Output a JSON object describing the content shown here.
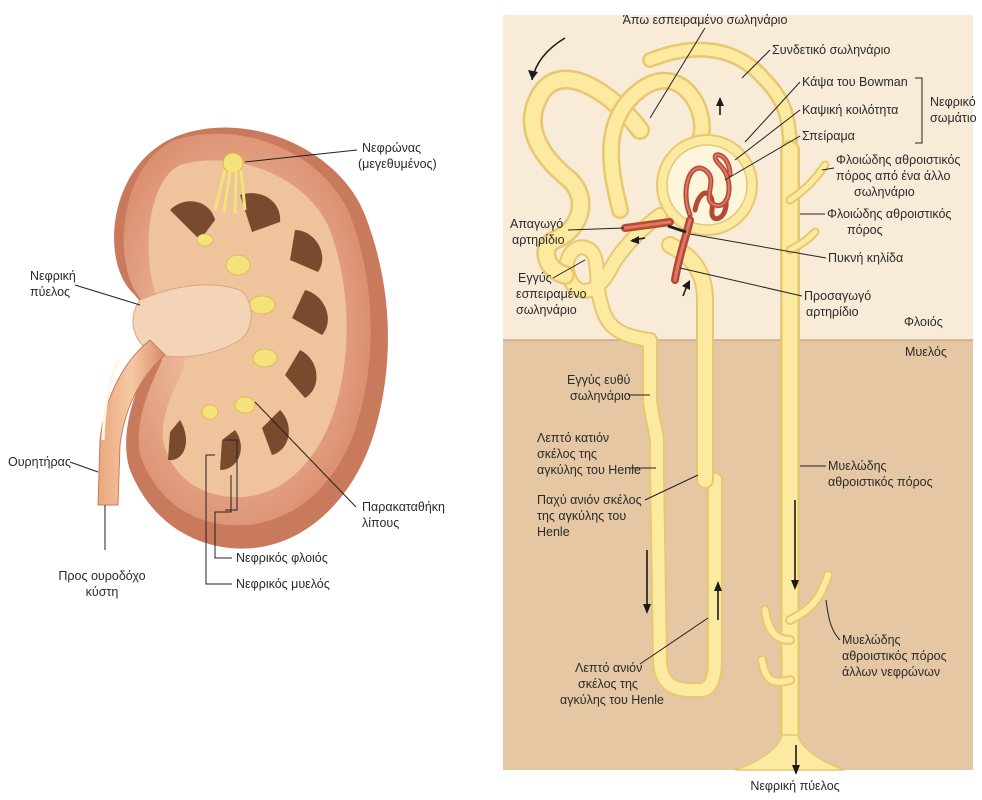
{
  "kidney": {
    "nephron_enlarged": [
      "Νεφρώνας",
      "(μεγεθυμένος)"
    ],
    "renal_pelvis": [
      "Νεφρική",
      "πύελος"
    ],
    "ureter": "Ουρητήρας",
    "to_bladder": [
      "Προς ουροδόχο",
      "κύστη"
    ],
    "fat_deposit": [
      "Παρακαταθήκη",
      "λίπους"
    ],
    "cortex": "Νεφρικός φλοιός",
    "medulla": "Νεφρικός μυελός"
  },
  "nephron": {
    "distal_tubule": "Άπω εσπειραμένο σωληνάριο",
    "connecting_tubule": "Συνδετικό σωληνάριο",
    "bowman_capsule": "Κάψα του Bowman",
    "capsular_space": "Καψική κοιλότητα",
    "renal_corpuscle": [
      "Νεφρικό",
      "σωμάτιο"
    ],
    "glomerulus": "Σπείραμα",
    "cortical_duct_other": [
      "Φλοιώδης αθροιστικός",
      "πόρος από ένα άλλο",
      "σωληνάριο"
    ],
    "cortical_duct": [
      "Φλοιώδης αθροιστικός",
      "πόρος"
    ],
    "efferent_arteriole": [
      "Απαγωγό",
      "αρτηρίδιο"
    ],
    "macula_densa": "Πυκνή κηλίδα",
    "proximal_tubule": [
      "Εγγύς",
      "εσπειραμένο",
      "σωληνάριο"
    ],
    "afferent_arteriole": [
      "Προσαγωγό",
      "αρτηρίδιο"
    ],
    "cortex_zone": "Φλοιός",
    "medulla_zone": "Μυελός",
    "proximal_straight": [
      "Εγγύς ευθύ",
      "σωληνάριο"
    ],
    "thin_descending": [
      "Λεπτό κατιόν",
      "σκέλος της",
      "αγκύλης του Henle"
    ],
    "thick_ascending": [
      "Παχύ ανιόν σκέλος",
      "της αγκύλης του",
      "Henle"
    ],
    "medullary_duct": [
      "Μυελώδης",
      "αθροιστικός πόρος"
    ],
    "medullary_duct_other": [
      "Μυελώδης",
      "αθροιστικός πόρος",
      "άλλων νεφρώνων"
    ],
    "thin_ascending": [
      "Λεπτό ανιόν",
      "σκέλος της",
      "αγκύλης του Henle"
    ],
    "renal_pelvis": "Νεφρική πύελος"
  },
  "colors": {
    "tubule": "#fbeaa0",
    "tubule_edge": "#e8c770",
    "cortex_bg": "#f8ecd8",
    "medulla_bg": "#e6c7a4",
    "kidney_capsule": "#d98a6a",
    "kidney_cortex": "#ecb88e",
    "pyramid": "#7a4a2e",
    "arteriole": "#c8503a"
  }
}
